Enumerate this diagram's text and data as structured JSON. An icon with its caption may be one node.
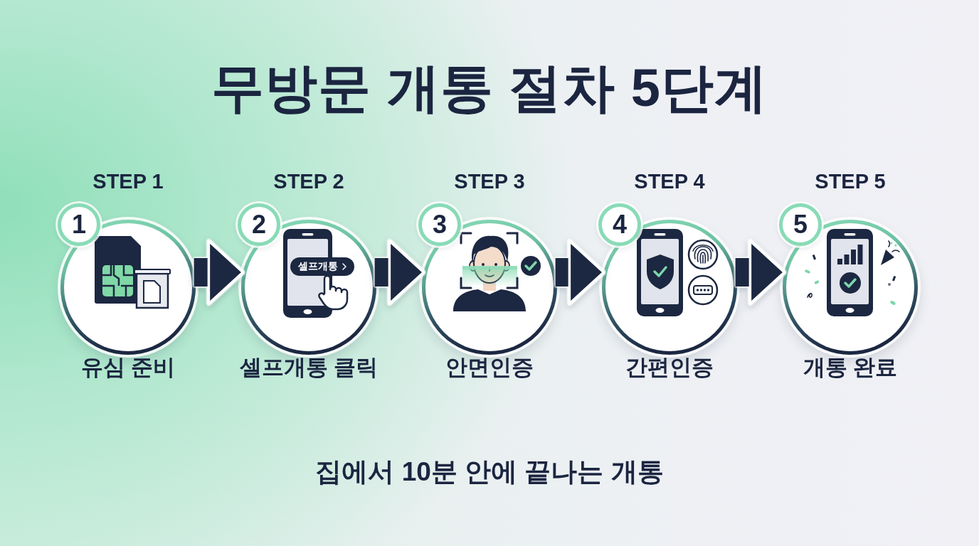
{
  "diagram": {
    "title": "무방문 개통 절차 5단계",
    "caption": "집에서 10분 안에 끝나는 개통",
    "nodes": [
      {
        "text": [
          "STEP 1"
        ],
        "beside": [
          "유심 준비"
        ]
      },
      {
        "text": [
          "1"
        ]
      },
      {
        "text": [
          "STEP 2"
        ],
        "beside": [
          "셀프개통 클릭"
        ]
      },
      {
        "text": [
          "2"
        ]
      },
      {
        "text": [
          "STEP 3"
        ],
        "beside": [
          "안면인증"
        ]
      },
      {
        "text": [
          "3"
        ]
      },
      {
        "text": [
          "STEP 4"
        ],
        "beside": [
          "간편인증"
        ]
      },
      {
        "text": [
          "4"
        ]
      },
      {
        "text": [
          "STEP 5"
        ],
        "beside": [
          "개통 완료"
        ]
      },
      {
        "text": [
          "5"
        ]
      }
    ],
    "edges": [
      {
        "from": 0,
        "to": 2,
        "arrow": "to"
      },
      {
        "from": 2,
        "to": 4,
        "arrow": "to"
      },
      {
        "from": 4,
        "to": 6,
        "arrow": "to"
      },
      {
        "from": 6,
        "to": 8,
        "arrow": "to"
      }
    ],
    "labels": [
      "셀프개통"
    ]
  }
}
